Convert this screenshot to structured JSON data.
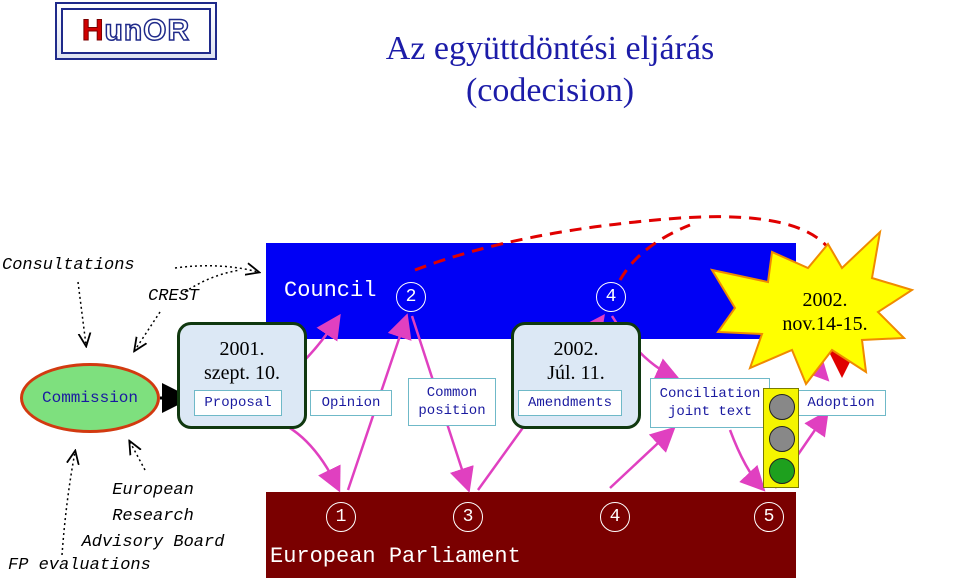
{
  "logo": {
    "text_a": "H",
    "text_b": "un",
    "text_c": "OR"
  },
  "title": {
    "line1": "Az együttdöntési eljárás",
    "line2": "(codecision)"
  },
  "council": {
    "label": "Council",
    "steps": [
      "2",
      "4"
    ]
  },
  "parliament": {
    "label": "European Parliament",
    "steps": [
      "1",
      "3",
      "4",
      "5"
    ]
  },
  "dates": {
    "first": {
      "line1": "2001.",
      "line2": "szept. 10."
    },
    "second": {
      "line1": "2002.",
      "line2": "Júl. 11."
    },
    "burst": {
      "line1": "2002.",
      "line2": "nov.14-15."
    }
  },
  "stages": {
    "proposal": "Proposal",
    "opinion": "Opinion",
    "common_position": {
      "line1": "Common",
      "line2": "position"
    },
    "amendments": "Amendments",
    "conciliation": {
      "line1": "Conciliation",
      "line2": "joint text"
    },
    "adoption": "Adoption"
  },
  "actors": {
    "consultations": "Consultations",
    "crest": "CREST",
    "commission": "Commission",
    "earb": {
      "line1": "European",
      "line2": "Research",
      "line3": "Advisory Board"
    },
    "fp": "FP evaluations"
  },
  "colors": {
    "council": "#0000f5",
    "parliament": "#7a0000",
    "arrow_pink": "#e040c0",
    "dashed_red": "#e00000",
    "burst": "#ffff00"
  },
  "icons": [
    "traffic-light-icon",
    "burst-shape"
  ]
}
